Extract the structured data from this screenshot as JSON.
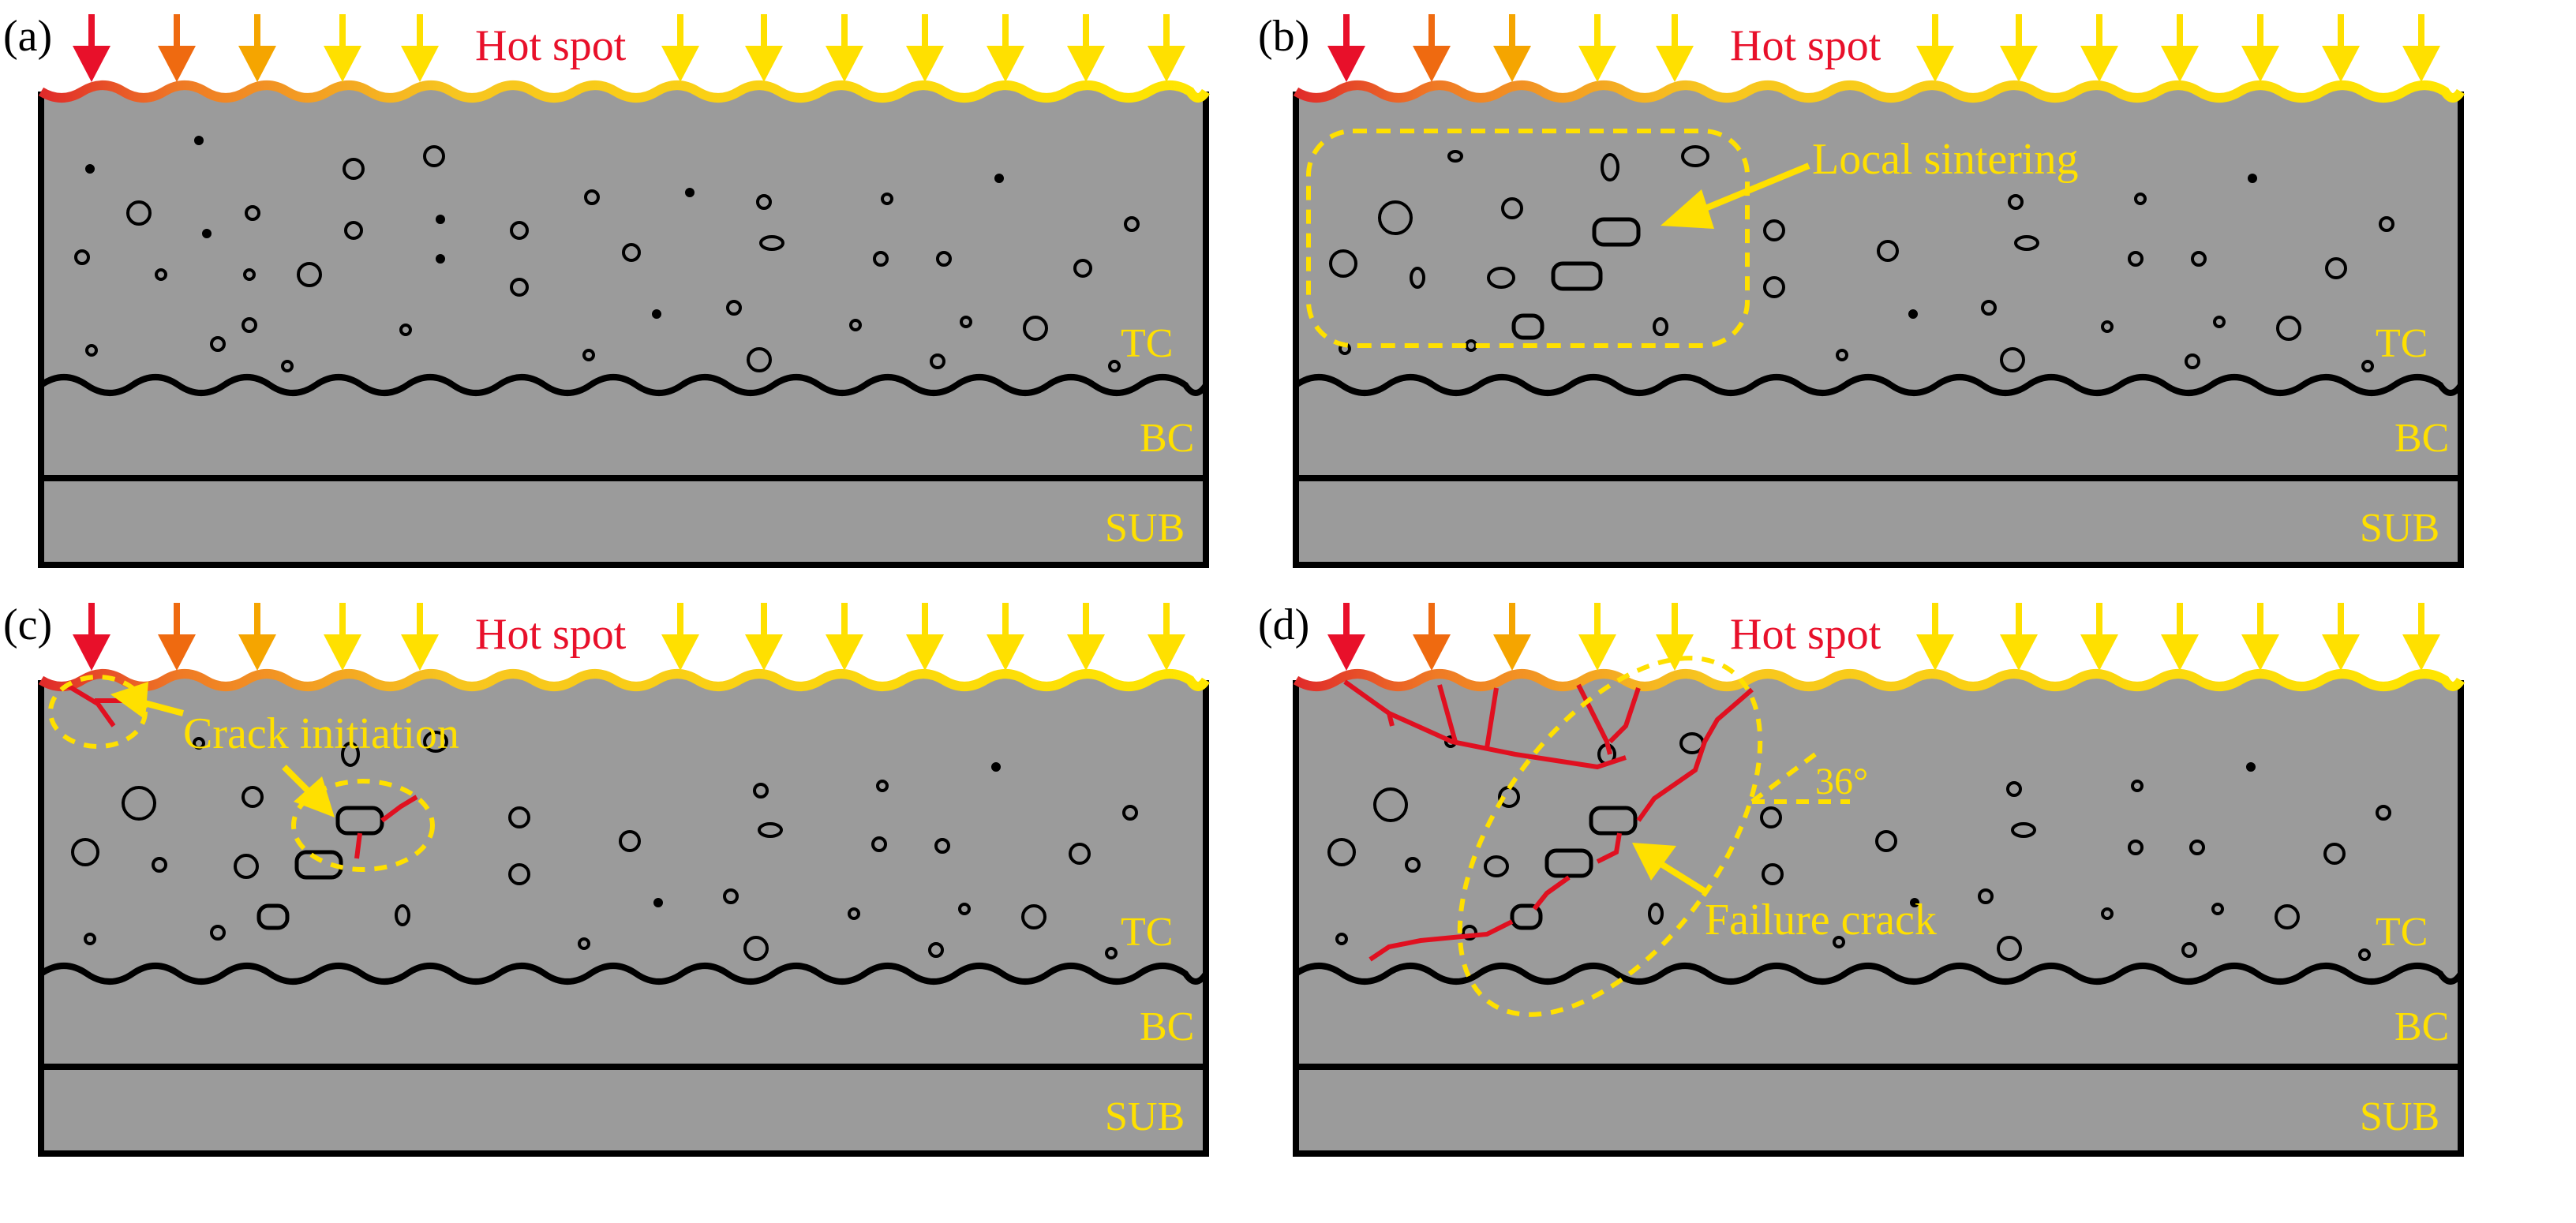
{
  "panels": [
    {
      "id": "a",
      "panel_label": "(a)",
      "hot_spot_label": "Hot spot",
      "layer_labels": {
        "tc": "TC",
        "bc": "BC",
        "sub": "SUB"
      },
      "annotation_labels": []
    },
    {
      "id": "b",
      "panel_label": "(b)",
      "hot_spot_label": "Hot spot",
      "layer_labels": {
        "tc": "TC",
        "bc": "BC",
        "sub": "SUB"
      },
      "annotation_labels": [
        "Local sintering"
      ]
    },
    {
      "id": "c",
      "panel_label": "(c)",
      "hot_spot_label": "Hot spot",
      "layer_labels": {
        "tc": "TC",
        "bc": "BC",
        "sub": "SUB"
      },
      "annotation_labels": [
        "Crack initiation"
      ]
    },
    {
      "id": "d",
      "panel_label": "(d)",
      "hot_spot_label": "Hot spot",
      "layer_labels": {
        "tc": "TC",
        "bc": "BC",
        "sub": "SUB"
      },
      "annotation_labels": [
        "36°",
        "Failure crack"
      ]
    }
  ],
  "colors": {
    "coating_fill": "#9b9b9b",
    "outline": "#000000",
    "hot_spot_text": "#e8102a",
    "label_yellow": "#ffe000",
    "crack_red": "#e01020",
    "arrow_gradient": [
      "#e8102a",
      "#ef6a10",
      "#f5a500",
      "#ffe000"
    ]
  }
}
